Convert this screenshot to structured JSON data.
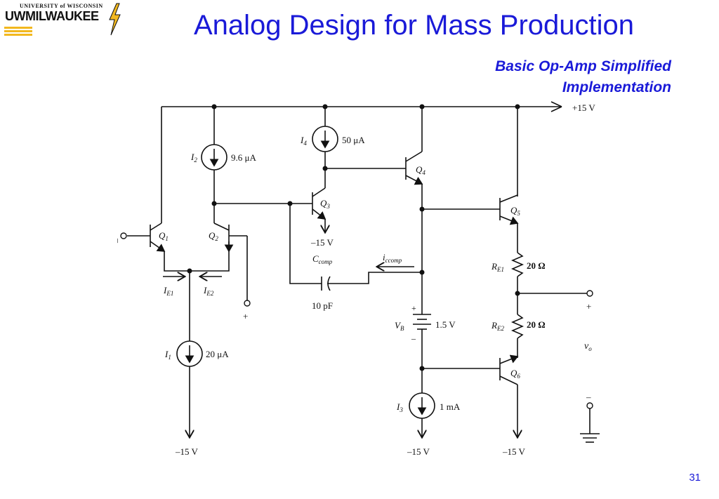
{
  "logo": {
    "top_text": "UNIVERSITY of WISCONSIN",
    "main_text": "UWMILWAUKEE",
    "brand_color": "#f2b81f"
  },
  "title": "Analog Design for Mass Production",
  "subtitle": "Basic Op-Amp Simplified Implementation",
  "page_number": "31",
  "colors": {
    "title": "#1a1ad8",
    "wire": "#111111"
  },
  "circuit": {
    "supply_pos": "+15 V",
    "supply_neg": "–15 V",
    "I1": {
      "sym": "I",
      "sub": "1",
      "value": "20 μA"
    },
    "I2": {
      "sym": "I",
      "sub": "2",
      "value": "9.6 μA"
    },
    "I3": {
      "sym": "I",
      "sub": "3",
      "value": "1 mA"
    },
    "I4": {
      "sym": "I",
      "sub": "4",
      "value": "50 μA"
    },
    "Q1": {
      "sym": "Q",
      "sub": "1"
    },
    "Q2": {
      "sym": "Q",
      "sub": "2"
    },
    "Q3": {
      "sym": "Q",
      "sub": "3"
    },
    "Q4": {
      "sym": "Q",
      "sub": "4"
    },
    "Q5": {
      "sym": "Q",
      "sub": "5"
    },
    "Q6": {
      "sym": "Q",
      "sub": "6"
    },
    "IE1": {
      "sym": "I",
      "sub": "E1"
    },
    "IE2": {
      "sym": "I",
      "sub": "E2"
    },
    "Ccomp": {
      "sym": "C",
      "sub": "comp",
      "value": "10 pF"
    },
    "icomp": {
      "sym": "i",
      "sub": "ccomp"
    },
    "VB": {
      "sym": "V",
      "sub": "B",
      "value": "1.5 V"
    },
    "RE1": {
      "sym": "R",
      "sub": "E1",
      "value": "20 Ω"
    },
    "RE2": {
      "sym": "R",
      "sub": "E2",
      "value": "20 Ω"
    },
    "vo": {
      "sym": "v",
      "sub": "o"
    },
    "plus": "+",
    "minus": "–"
  }
}
